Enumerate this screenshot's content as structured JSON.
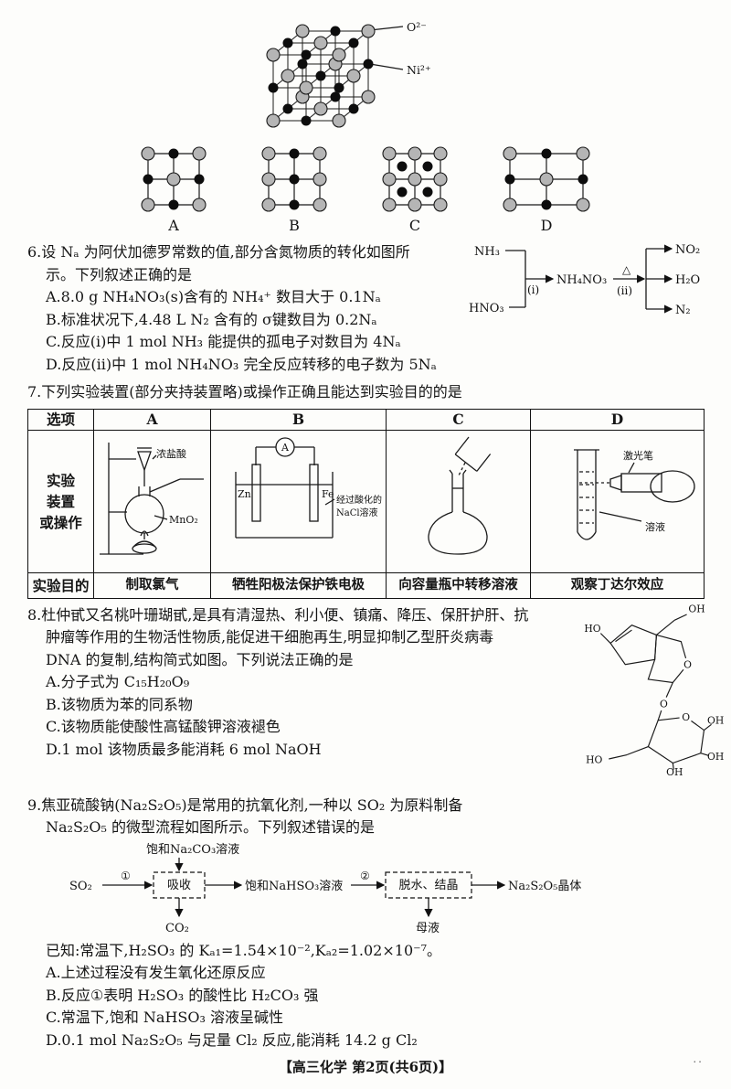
{
  "figure_top": {
    "label_o": "O²⁻",
    "label_ni": "Ni²⁺",
    "lattices": [
      {
        "label": "A",
        "type": "square",
        "pattern": [
          [
            "g",
            "b",
            "g"
          ],
          [
            "b",
            "g",
            "b"
          ],
          [
            "g",
            "b",
            "g"
          ]
        ]
      },
      {
        "label": "B",
        "type": "square",
        "pattern": [
          [
            "g",
            "b",
            "g"
          ],
          [
            "g",
            "b",
            "g"
          ],
          [
            "g",
            "b",
            "g"
          ]
        ]
      },
      {
        "label": "C",
        "type": "face",
        "pattern": [
          [
            "g",
            "g",
            "g"
          ],
          [
            "g",
            "g",
            "g"
          ],
          [
            "g",
            "g",
            "g"
          ]
        ]
      },
      {
        "label": "D",
        "type": "rect",
        "pattern": [
          [
            "g",
            "b",
            "g"
          ],
          [
            "b",
            "g",
            "b"
          ],
          [
            "g",
            "b",
            "g"
          ]
        ]
      }
    ]
  },
  "q6": {
    "stem1": "6.设 Nₐ 为阿伏加德罗常数的值,部分含氮物质的转化如图所",
    "stem2": "示。下列叙述正确的是",
    "diagram": {
      "nh3": "NH₃",
      "hno3": "HNO₃",
      "step1": "(ⅰ)",
      "nh4no3": "NH₄NO₃",
      "delta": "△",
      "step2": "(ⅱ)",
      "no2": "NO₂",
      "h2o": "H₂O",
      "n2": "N₂"
    },
    "options": [
      "A.8.0 g NH₄NO₃(s)含有的 NH₄⁺ 数目大于 0.1Nₐ",
      "B.标准状况下,4.48 L N₂ 含有的 σ键数目为 0.2Nₐ",
      "C.反应(ⅰ)中 1 mol NH₃ 能提供的孤电子对数目为 4Nₐ",
      "D.反应(ⅱ)中 1 mol NH₄NO₃ 完全反应转移的电子数为 5Nₐ"
    ]
  },
  "q7": {
    "stem": "7.下列实验装置(部分夹持装置略)或操作正确且能达到实验目的的是",
    "table": {
      "col_headers": [
        "选项",
        "A",
        "B",
        "C",
        "D"
      ],
      "device_label_lines": [
        "实验",
        "装置",
        "或操作"
      ],
      "purpose_label": "实验目的",
      "purposes": [
        "制取氯气",
        "牺牲阳极法保护铁电极",
        "向容量瓶中转移溶液",
        "观察丁达尔效应"
      ],
      "apparatus": {
        "a": {
          "hcl": "浓盐酸",
          "mno2": "MnO₂"
        },
        "b": {
          "meter": "A",
          "zn": "Zn",
          "fe": "Fe",
          "sol1": "经过酸化的",
          "sol2": "NaCl溶液"
        },
        "d": {
          "laser": "激光笔",
          "solution": "溶液"
        }
      }
    }
  },
  "q8": {
    "stem1": "8.杜仲甙又名桃叶珊瑚甙,是具有清湿热、利小便、镇痛、降压、保肝护肝、抗",
    "stem2": "肿瘤等作用的生物活性物质,能促进干细胞再生,明显抑制乙型肝炎病毒",
    "stem3": "DNA 的复制,结构简式如图。下列说法正确的是",
    "structure": {
      "oh_top": "OH",
      "ho_left": "HO",
      "o_ring": "O",
      "o_glyco": "O",
      "o_sugar": "O",
      "oh_r1": "OH",
      "oh_r2": "OH",
      "oh_bottom": "OH",
      "ho_bottom": "HO"
    },
    "options": [
      "A.分子式为 C₁₅H₂₀O₉",
      "B.该物质为苯的同系物",
      "C.该物质能使酸性高锰酸钾溶液褪色",
      "D.1 mol 该物质最多能消耗 6 mol NaOH"
    ]
  },
  "q9": {
    "stem1": "9.焦亚硫酸钠(Na₂S₂O₅)是常用的抗氧化剂,一种以 SO₂ 为原料制备",
    "stem2": "Na₂S₂O₅ 的微型流程如图所示。下列叙述错误的是",
    "flow": {
      "top": "饱和Na₂CO₃溶液",
      "so2": "SO₂",
      "step1": "①",
      "box1": "吸收",
      "mid": "饱和NaHSO₃溶液",
      "step2": "②",
      "box2": "脱水、结晶",
      "product": "Na₂S₂O₅晶体",
      "co2": "CO₂",
      "mother": "母液"
    },
    "known": "已知:常温下,H₂SO₃ 的 Kₐ₁=1.54×10⁻²,Kₐ₂=1.02×10⁻⁷。",
    "options": [
      "A.上述过程没有发生氧化还原反应",
      "B.反应①表明 H₂SO₃ 的酸性比 H₂CO₃ 强",
      "C.常温下,饱和 NaHSO₃ 溶液呈碱性",
      "D.0.1 mol Na₂S₂O₅ 与足量 Cl₂ 反应,能消耗 14.2 g Cl₂"
    ]
  },
  "footer": {
    "text": "【高三化学 第2页(共6页)】",
    "dots": ".."
  }
}
